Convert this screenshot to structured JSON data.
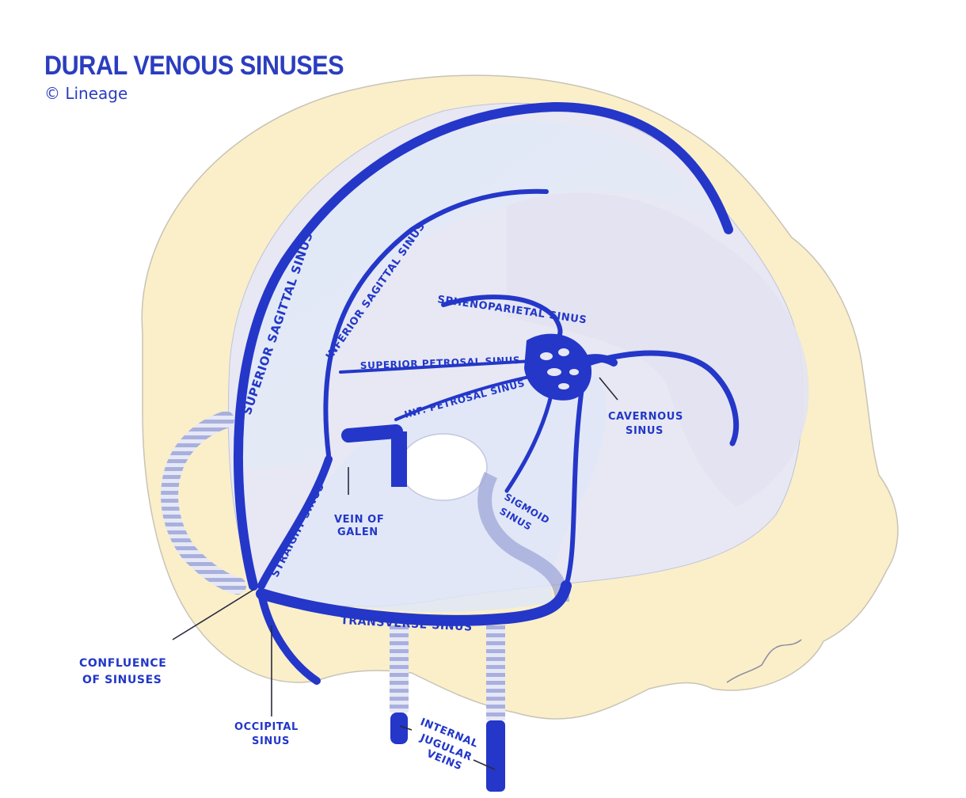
{
  "header": {
    "title": "DURAL VENOUS SINUSES",
    "copyright": "© Lineage"
  },
  "labels": {
    "superior_sagittal": "SUPERIOR SAGITTAL SINUS",
    "inferior_sagittal": "INFERIOR SAGITTAL SINUS",
    "sphenoparietal": "SPHENOPARIETAL SINUS",
    "superior_petrosal": "SUPERIOR PETROSAL SINUS",
    "inf_petrosal": "INF. PETROSAL SINUS",
    "cavernous_line1": "CAVERNOUS",
    "cavernous_line2": "SINUS",
    "sigmoid_line1": "SIGMOID",
    "sigmoid_line2": "SINUS",
    "straight": "STRAIGHT SINUS",
    "galen_line1": "VEIN OF",
    "galen_line2": "GALEN",
    "transverse": "TRANSVERSE SINUS",
    "confluence_line1": "CONFLUENCE",
    "confluence_line2": "OF SINUSES",
    "occipital_line1": "OCCIPITAL",
    "occipital_line2": "SINUS",
    "jugular_line1": "INTERNAL",
    "jugular_line2": "JUGULAR",
    "jugular_line3": "VEINS"
  },
  "colors": {
    "sinus": "#2437c9",
    "skull": "#faefc9",
    "membrane": "#e4e8f7",
    "ink": "#2237c8",
    "stripe": "#a9b0dd"
  }
}
